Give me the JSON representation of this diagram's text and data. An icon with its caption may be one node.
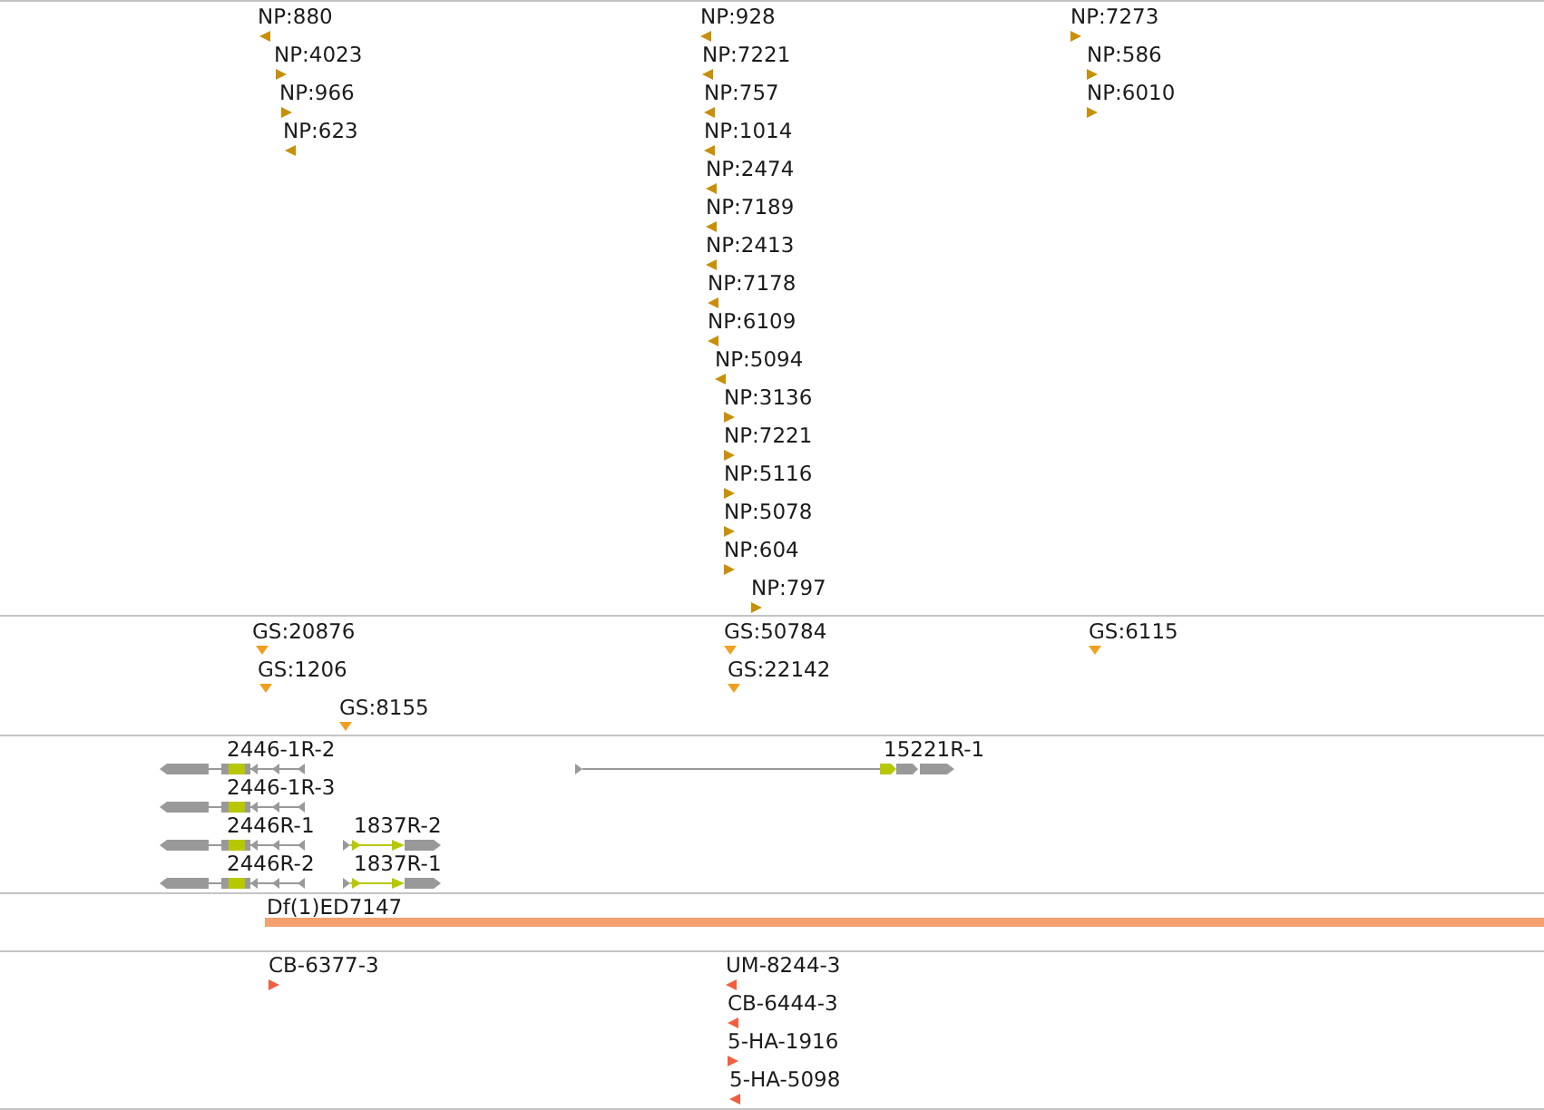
{
  "diagram": {
    "labels": [
      "NP:880",
      "NP:4023",
      "NP:966",
      "NP:623",
      "NP:928",
      "NP:7221",
      "NP:757",
      "NP:1014",
      "NP:2474",
      "NP:7189",
      "NP:2413",
      "NP:7178",
      "NP:6109",
      "NP:5094",
      "NP:3136",
      "NP:7221",
      "NP:5116",
      "NP:5078",
      "NP:604",
      "NP:797",
      "NP:7273",
      "NP:586",
      "NP:6010",
      "GS:20876",
      "GS:1206",
      "GS:8155",
      "GS:50784",
      "GS:22142",
      "GS:6115",
      "2446-1R-2",
      "15221R-1",
      "2446-1R-3",
      "2446R-1",
      "1837R-2",
      "2446R-2",
      "1837R-1",
      "Df(1)ED7147",
      "CB-6377-3",
      "UM-8244-3",
      "CB-6444-3",
      "5-HA-1916",
      "5-HA-5098"
    ]
  }
}
